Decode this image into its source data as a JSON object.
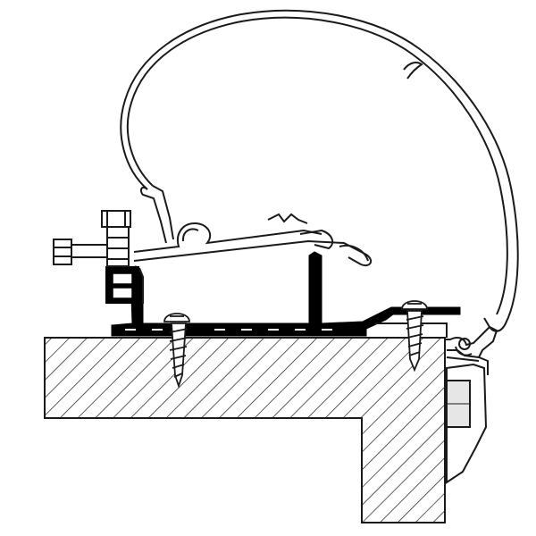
{
  "colors": {
    "background": "#ffffff",
    "line": "#1a1a1a",
    "fill_black": "#000000",
    "fill_light": "#e6e6e6"
  },
  "parts": [
    {
      "name": "awning-cassette-housing",
      "icon": "curved-profile"
    },
    {
      "name": "mounting-adapter-rail",
      "icon": "extrusion"
    },
    {
      "name": "vehicle-wall-section",
      "icon": "hatched-block"
    },
    {
      "name": "wood-screw-left",
      "icon": "screw-icon"
    },
    {
      "name": "wood-screw-right",
      "icon": "screw-icon"
    },
    {
      "name": "adjusting-bolt",
      "icon": "bolt-icon"
    },
    {
      "name": "bracket-clamp",
      "icon": "clamp-icon"
    },
    {
      "name": "roof-rail-profile",
      "icon": "profile-icon"
    },
    {
      "name": "light-housing",
      "icon": "light-icon"
    }
  ]
}
